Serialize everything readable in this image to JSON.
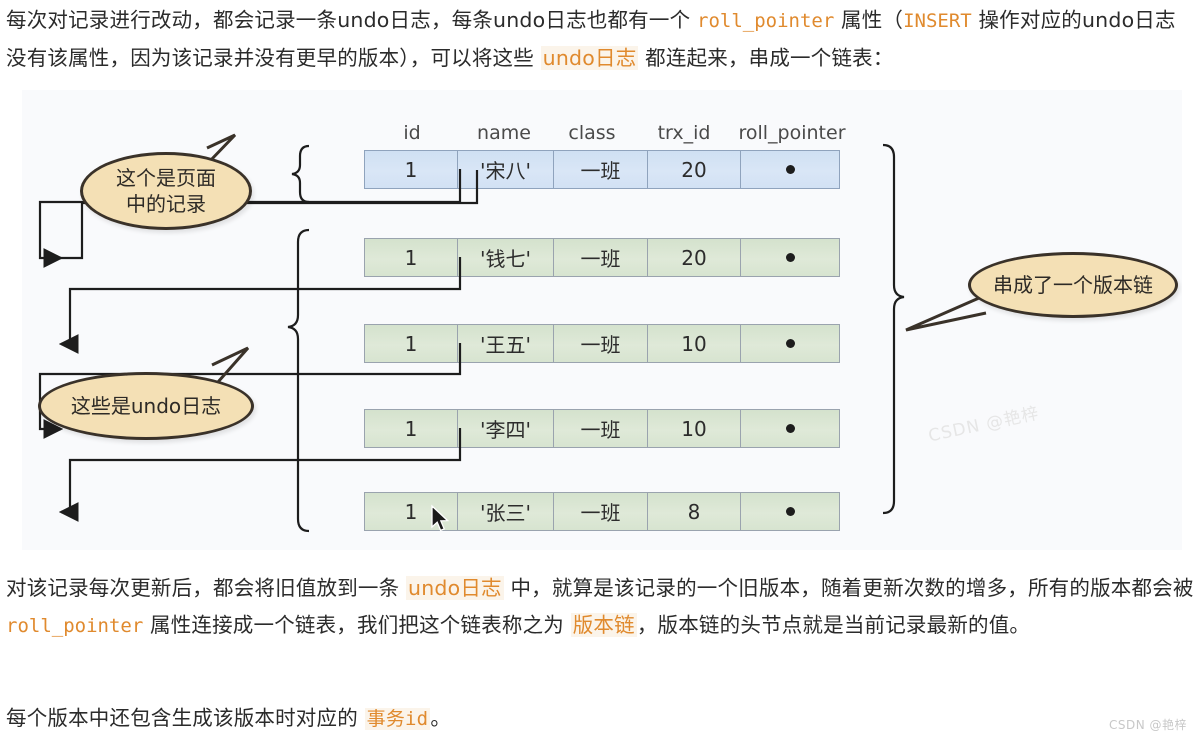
{
  "paragraphs": {
    "top": {
      "s1": "每次对记录进行改动，都会记录一条undo日志，每条undo日志也都有一个 ",
      "code1": "roll_pointer",
      "s2": " 属性（",
      "code2": "INSERT",
      "s3": " 操作对应的undo日志没有该属性，因为该记录并没有更早的版本），可以将这些 ",
      "hl1": "undo日志",
      "s4": " 都连起来，串成一个链表："
    },
    "mid": {
      "s1": "对该记录每次更新后，都会将旧值放到一条 ",
      "hl1": "undo日志",
      "s2": " 中，就算是该记录的一个旧版本，随着更新次数的增多，所有的版本都会被 ",
      "code1": "roll_pointer",
      "s3": " 属性连接成一个链表，我们把这个链表称之为 ",
      "hl2": "版本链",
      "s4": "，版本链的头节点就是当前记录最新的值。"
    },
    "bottom": {
      "s1": "每个版本中还包含生成该版本时对应的 ",
      "hl1": "事务id",
      "s2": "。"
    }
  },
  "diagram": {
    "columns": [
      "id",
      "name",
      "class",
      "trx_id",
      "roll_pointer"
    ],
    "rows": [
      {
        "id": "1",
        "name": "'宋八'",
        "class": "一班",
        "trx_id": "20",
        "roll_pointer": "pointer-dot",
        "kind": "current"
      },
      {
        "id": "1",
        "name": "'钱七'",
        "class": "一班",
        "trx_id": "20",
        "roll_pointer": "pointer-dot",
        "kind": "undo"
      },
      {
        "id": "1",
        "name": "'王五'",
        "class": "一班",
        "trx_id": "10",
        "roll_pointer": "pointer-dot",
        "kind": "undo"
      },
      {
        "id": "1",
        "name": "'李四'",
        "class": "一班",
        "trx_id": "10",
        "roll_pointer": "pointer-dot",
        "kind": "undo"
      },
      {
        "id": "1",
        "name": "'张三'",
        "class": "一班",
        "trx_id": "8",
        "roll_pointer": "pointer-dot",
        "kind": "undo"
      }
    ],
    "callouts": {
      "current_record_line1": "这个是页面",
      "current_record_line2": "中的记录",
      "undo_logs": "这些是undo日志",
      "version_chain": "串成了一个版本链"
    }
  },
  "watermark": {
    "footer": "CSDN @艳梓",
    "ghost": "CSDN @艳梓"
  },
  "colors": {
    "accent_orange": "#e08a2e",
    "current_row": "#d9e6f6",
    "undo_row": "#dfe9d8",
    "bubble_fill": "#f4e0b5",
    "bubble_stroke": "#3a3229",
    "panel_bg": "#f9fafc",
    "connector": "#1d1d1d"
  }
}
